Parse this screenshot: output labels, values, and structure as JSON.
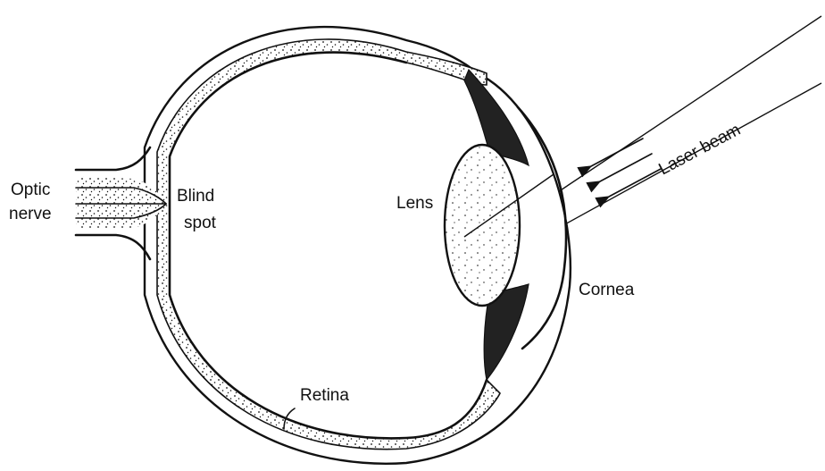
{
  "labels": {
    "optic": "Optic",
    "nerve": "nerve",
    "blind": "Blind",
    "spot": "spot",
    "lens": "Lens",
    "laser_beam": "Laser beam",
    "cornea": "Cornea",
    "retina": "Retina"
  }
}
